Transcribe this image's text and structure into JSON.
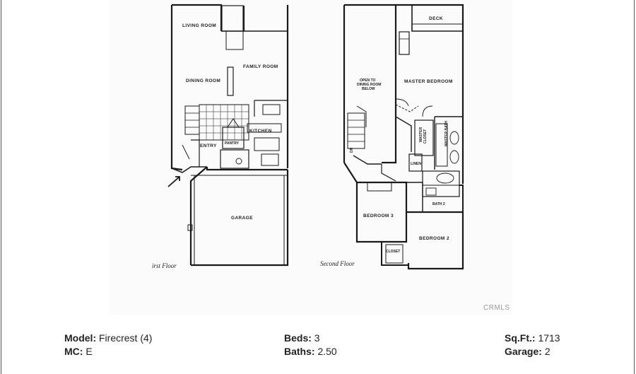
{
  "plan": {
    "first_floor": {
      "caption": "irst Floor",
      "rooms": {
        "living": "LIVING ROOM",
        "dining": "DINING ROOM",
        "family": "FAMILY ROOM",
        "kitchen": "KITCHEN",
        "entry": "ENTRY",
        "pantry": "PANTRY",
        "garage": "GARAGE"
      }
    },
    "second_floor": {
      "caption": "Second Floor",
      "rooms": {
        "deck": "DECK",
        "open_line1": "OPEN TO",
        "open_line2": "DINING ROOM",
        "open_line3": "BELOW",
        "master_bedroom": "MASTER BEDROOM",
        "master_closet_1": "MASTER",
        "master_closet_2": "CLOSET",
        "master_bath": "MASTER BATH",
        "linen": "LINEN",
        "bath2": "BATH 2",
        "bedroom3": "BEDROOM 3",
        "bedroom2": "BEDROOM 2",
        "closet": "CLOSET",
        "stair_dn": "DN"
      }
    },
    "watermark": "CRMLS"
  },
  "details": {
    "model": {
      "label": "Model:",
      "value": "Firecrest (4)"
    },
    "mc": {
      "label": "MC:",
      "value": "E"
    },
    "beds": {
      "label": "Beds:",
      "value": "3"
    },
    "baths": {
      "label": "Baths:",
      "value": "2.50"
    },
    "sqft": {
      "label": "Sq.Ft.:",
      "value": "1713"
    },
    "garage": {
      "label": "Garage:",
      "value": "2"
    }
  }
}
